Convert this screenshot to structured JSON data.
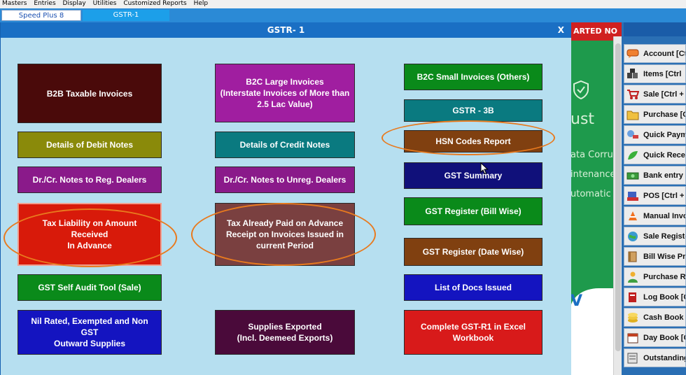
{
  "menu": [
    "Masters",
    "Entries",
    "Display",
    "Utilities",
    "Customized Reports",
    "Help"
  ],
  "tabs": [
    "Speed Plus 8",
    "GSTR-1"
  ],
  "dialog": {
    "title": "GSTR- 1",
    "close": "X",
    "buttons": {
      "b2b": "B2B Taxable Invoices",
      "debit": "Details of Debit Notes",
      "reg": "Dr./Cr. Notes to Reg. Dealers",
      "taxliab": "Tax Liability on Amount Received\nIn Advance",
      "selfaudit": "GST Self Audit Tool (Sale)",
      "nil": "Nil Rated, Exempted and Non GST\nOutward Supplies",
      "b2cl": "B2C Large Invoices\n(Interstate Invoices of More than\n2.5 Lac Value)",
      "credit": "Details of Credit Notes",
      "unreg": "Dr./Cr. Notes to Unreg. Dealers",
      "taxpaid": "Tax Already Paid on Advance\nReceipt on Invoices Issued in\ncurrent Period",
      "exported": "Supplies Exported\n(Incl. Deemeed Exports)",
      "b2cs": "B2C Small Invoices (Others)",
      "gstr3b": "GSTR - 3B",
      "hsn": "HSN Codes Report",
      "summary": "GST Summary",
      "billwise": "GST Register (Bill Wise)",
      "datewise": "GST Register (Date Wise)",
      "docs": "List of Docs Issued",
      "excel": "Complete GST-R1 in Excel\nWorkbook"
    }
  },
  "background": {
    "banner": "ARTED NO",
    "line1": "ust",
    "line2": "ata Corrup",
    "line3": "intenance",
    "line4": "utomatic",
    "cloud": "V"
  },
  "sidebar": [
    {
      "label": "Account [Ct",
      "icon": "speech-bubble-icon"
    },
    {
      "label": "Items [Ctrl",
      "icon": "boxes-icon"
    },
    {
      "label": "Sale [Ctrl +",
      "icon": "cart-icon"
    },
    {
      "label": "Purchase [C",
      "icon": "folder-icon"
    },
    {
      "label": "Quick Payme",
      "icon": "pen-icon"
    },
    {
      "label": "Quick Receip",
      "icon": "leaf-icon"
    },
    {
      "label": "Bank entry",
      "icon": "money-icon"
    },
    {
      "label": "POS [Ctrl +",
      "icon": "pos-icon"
    },
    {
      "label": "Manual Invo",
      "icon": "cone-icon"
    },
    {
      "label": "Sale Registe",
      "icon": "globe-icon"
    },
    {
      "label": "Bill Wise Pro",
      "icon": "book-icon"
    },
    {
      "label": "Purchase Re",
      "icon": "person-icon"
    },
    {
      "label": "Log Book [C",
      "icon": "logbook-icon"
    },
    {
      "label": "Cash Book",
      "icon": "coins-icon"
    },
    {
      "label": "Day Book [C",
      "icon": "daybook-icon"
    },
    {
      "label": "Outstanding",
      "icon": "ledger-icon"
    }
  ]
}
